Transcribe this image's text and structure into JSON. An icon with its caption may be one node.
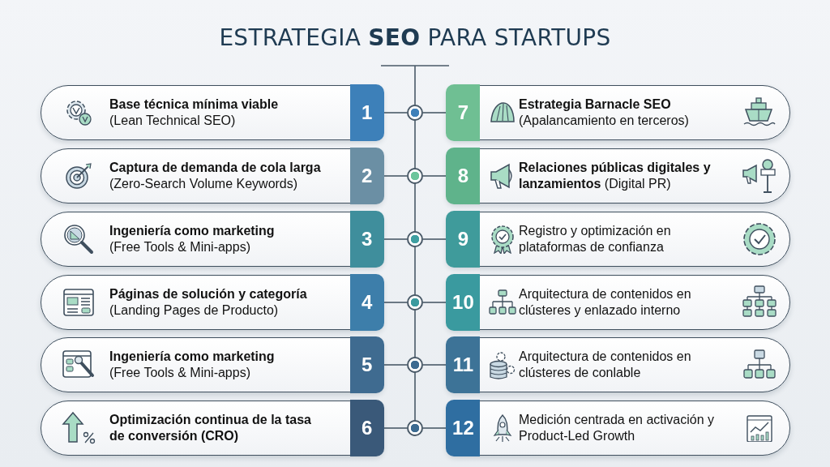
{
  "diagram": {
    "title": "ESTRATEGIA **SEO** PARA STARTUPS",
    "nodes": [
      {
        "text": [
          "Base técnica mínima viable",
          "(Lean Technical SEO)",
          "1"
        ]
      },
      {
        "text": [
          "Captura de demanda de cola larga",
          "(Zero-Search Volume Keywords)",
          "2"
        ]
      },
      {
        "text": [
          "Ingeniería como marketing",
          "(Free Tools & Mini-apps)",
          "3"
        ]
      },
      {
        "text": [
          "Páginas de solución y categoría",
          "(Landing Pages de Producto)",
          "4"
        ]
      },
      {
        "text": [
          "Ingeniería como marketing",
          "(Free Tools & Mini-apps)",
          "5"
        ]
      },
      {
        "text": [
          "Optimización continua de la tasa de conversión (CRO)",
          "6"
        ]
      },
      {
        "text": [
          "7",
          "Estrategia Barnacle SEO",
          "(Apalancamiento en terceros)"
        ]
      },
      {
        "text": [
          "8",
          "**Relaciones públicas digitales y lanzamientos** (Digital PR)"
        ]
      },
      {
        "text": [
          "9",
          "Registro y optimización en plataformas de confianza"
        ]
      },
      {
        "text": [
          "10",
          "Arquitectura de contenidos en clústeres y enlazado interno"
        ]
      },
      {
        "text": [
          "11",
          "Arquitectura de contenidos en clústeres de conlable"
        ]
      },
      {
        "text": [
          "12",
          "Medición centrada en activación y Product-Led Growth"
        ]
      },
      {
        "text": [],
        "shape": "circle"
      },
      {
        "text": [],
        "shape": "circle"
      },
      {
        "text": [],
        "shape": "circle"
      },
      {
        "text": [],
        "shape": "circle"
      },
      {
        "text": [],
        "shape": "circle"
      },
      {
        "text": [],
        "shape": "circle"
      }
    ],
    "edges": [
      {
        "from": 0,
        "to": 12,
        "arrow": "none"
      },
      {
        "from": 12,
        "to": 6,
        "arrow": "none"
      },
      {
        "from": 1,
        "to": 13,
        "arrow": "none"
      },
      {
        "from": 13,
        "to": 7,
        "arrow": "none"
      },
      {
        "from": 2,
        "to": 14,
        "arrow": "none"
      },
      {
        "from": 14,
        "to": 8,
        "arrow": "none"
      },
      {
        "from": 3,
        "to": 15,
        "arrow": "none"
      },
      {
        "from": 15,
        "to": 9,
        "arrow": "none"
      },
      {
        "from": 4,
        "to": 16,
        "arrow": "none"
      },
      {
        "from": 16,
        "to": 10,
        "arrow": "none"
      },
      {
        "from": 5,
        "to": 17,
        "arrow": "none"
      },
      {
        "from": 17,
        "to": 11,
        "arrow": "none"
      }
    ]
  }
}
